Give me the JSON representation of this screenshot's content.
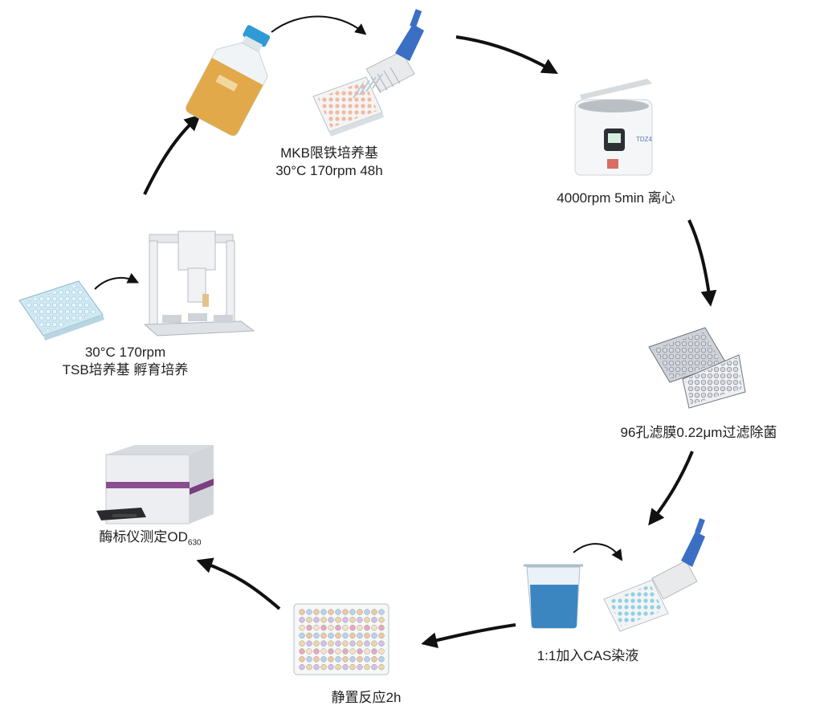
{
  "steps": {
    "mkb": {
      "line1": "MKB限铁培养基",
      "line2": "30°C 170rpm  48h"
    },
    "centrifuge": {
      "text": "4000rpm 5min 离心"
    },
    "filter": {
      "text": "96孔滤膜0.22μm过滤除菌"
    },
    "cas": {
      "text": "1:1加入CAS染液"
    },
    "rest": {
      "text": "静置反应2h"
    },
    "reader": {
      "text": "酶标仪测定OD",
      "sub": "630"
    },
    "tsb": {
      "line1": "30°C 170rpm",
      "line2": "TSB培养基  孵育培养"
    }
  },
  "colors": {
    "arrow": "#111111",
    "media_amber": "#e2a94a",
    "cap_blue": "#2f9bd6",
    "pipette_blue": "#3a6fc4",
    "plate_pink": "#f2b9a0",
    "plate_light": "#cfe8f2",
    "cas_blue": "#3b86c0",
    "reader_purple": "#8a4d8f"
  },
  "icons": [
    "media-bottle-icon",
    "multichannel-pipette-icon",
    "centrifuge-icon",
    "filter-plate-icon",
    "cas-beaker-icon",
    "result-plate-icon",
    "plate-reader-icon",
    "liquid-handler-icon",
    "tsb-plate-icon"
  ]
}
